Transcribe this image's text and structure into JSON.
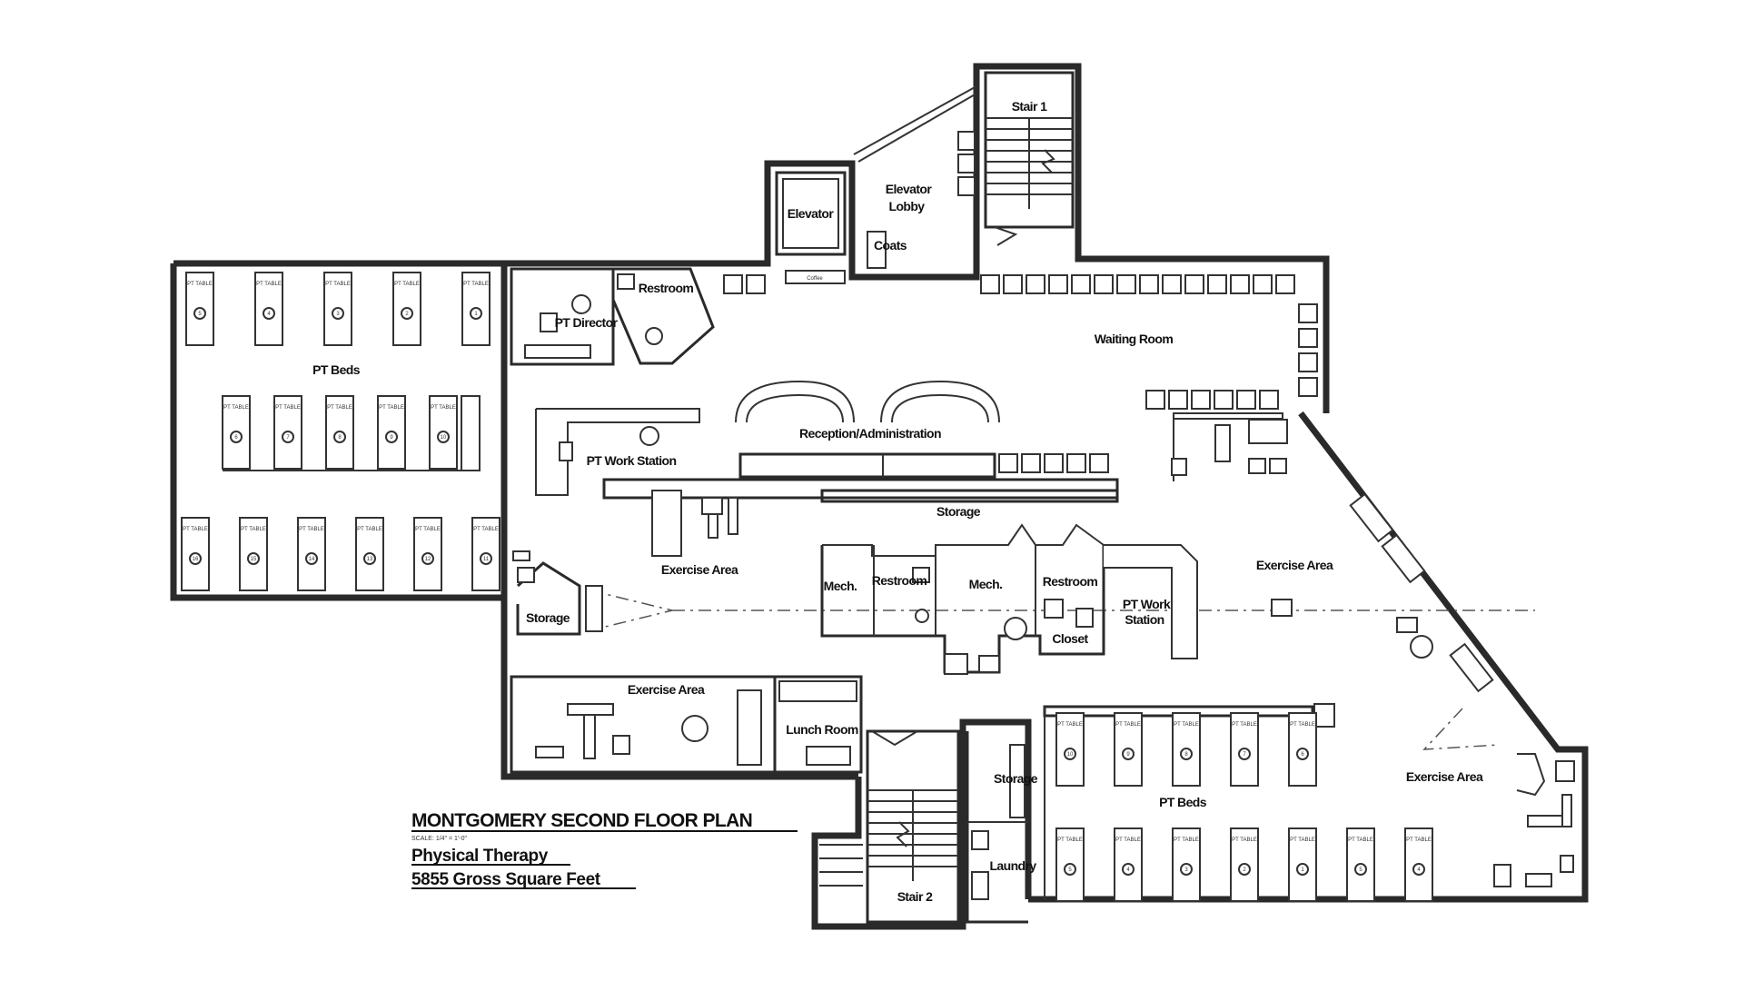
{
  "title_block": {
    "title": "MONTGOMERY SECOND FLOOR PLAN",
    "scale": "SCALE: 1/4\" = 1'-0\"",
    "department": "Physical Therapy",
    "area": "5855 Gross Square Feet"
  },
  "rooms": {
    "stair_1": "Stair 1",
    "stair_2": "Stair 2",
    "elevator": "Elevator",
    "elevator_lobby_line1": "Elevator",
    "elevator_lobby_line2": "Lobby",
    "coats": "Coats",
    "restroom_top": "Restroom",
    "pt_director": "PT Director",
    "pt_beds_west": "PT Beds",
    "waiting_room": "Waiting Room",
    "reception": "Reception/Administration",
    "pt_work_station_west": "PT Work Station",
    "storage_center": "Storage",
    "exercise_area_center": "Exercise Area",
    "mech_1": "Mech.",
    "restroom_center_1": "Restroom",
    "mech_2": "Mech.",
    "restroom_center_2": "Restroom",
    "closet": "Closet",
    "pt_work_station_east_line1": "PT Work",
    "pt_work_station_east_line2": "Station",
    "exercise_area_east": "Exercise Area",
    "storage_west": "Storage",
    "exercise_area_south": "Exercise Area",
    "lunch_room": "Lunch Room",
    "storage_south": "Storage",
    "laundry": "Laundry",
    "pt_beds_south": "PT Beds",
    "exercise_area_southeast": "Exercise Area"
  },
  "bed_tag": "PT TABLE",
  "beds": {
    "west_top": [
      "5",
      "4",
      "3",
      "2",
      "1"
    ],
    "west_middle": [
      "6",
      "7",
      "8",
      "9",
      "10"
    ],
    "west_bottom": [
      "16",
      "15",
      "14",
      "13",
      "12",
      "11"
    ],
    "south_top": [
      "10",
      "9",
      "8",
      "7",
      "6"
    ],
    "south_bottom": [
      "5",
      "4",
      "3",
      "2",
      "1",
      "5",
      "4"
    ]
  }
}
